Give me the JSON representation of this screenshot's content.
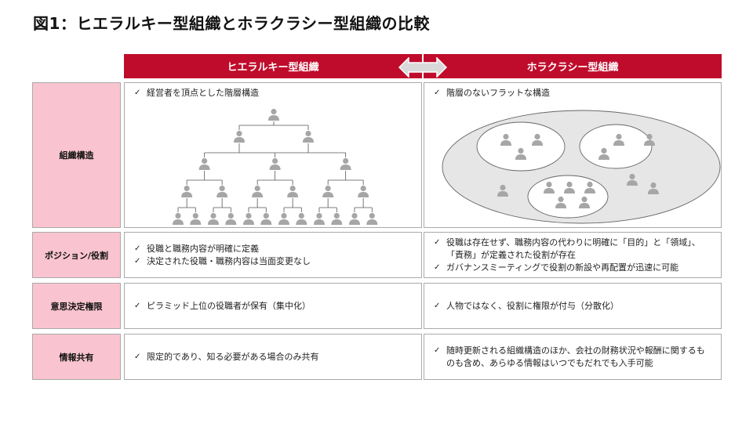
{
  "title": "図1：ヒエラルキー型組織とホラクラシー型組織の比較",
  "columns": {
    "hierarchy": "ヒエラルキー型組織",
    "holacracy": "ホラクラシー型組織"
  },
  "colors": {
    "header_bg": "#c00c2c",
    "label_bg": "#f9c4cf",
    "person_icon": "#a6a6a6",
    "circle_fill": "#e6e6e6"
  },
  "rows": [
    {
      "label": "組織構造",
      "hierarchy": [
        "経営者を頂点とした階層構造"
      ],
      "holacracy": [
        "階層のないフラットな構造"
      ]
    },
    {
      "label": "ポジション/役割",
      "hierarchy": [
        "役職と職務内容が明確に定義",
        "決定された役職・職務内容は当面変更なし"
      ],
      "holacracy": [
        "役職は存在せず、職務内容の代わりに明確に「目的」と「領域」、「責務」が定義された役割が存在",
        "ガバナンスミーティングで役割の新設や再配置が迅速に可能"
      ]
    },
    {
      "label": "意思決定権限",
      "hierarchy": [
        "ピラミッド上位の役職者が保有（集中化）"
      ],
      "holacracy": [
        "人物ではなく、役割に権限が付与（分散化）"
      ]
    },
    {
      "label": "情報共有",
      "hierarchy": [
        "限定的であり、知る必要がある場合のみ共有"
      ],
      "holacracy": [
        "随時更新される組織構造のほか、会社の財務状況や報酬に関するものも含め、あらゆる情報はいつでもだれでも入手可能"
      ]
    }
  ]
}
